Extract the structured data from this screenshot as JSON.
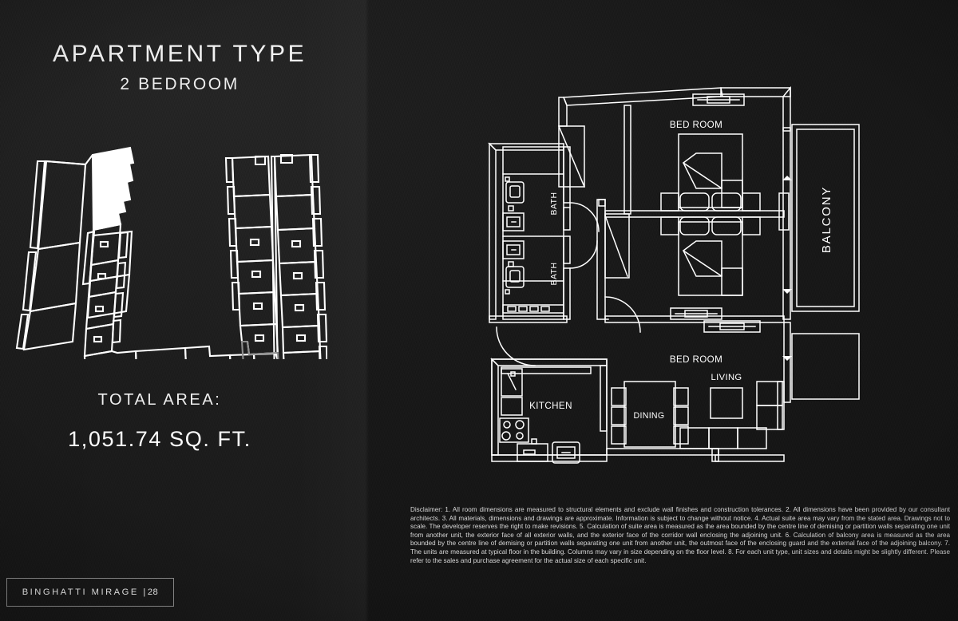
{
  "header": {
    "title": "APARTMENT TYPE",
    "subtitle": "2 BEDROOM"
  },
  "area": {
    "label": "TOTAL AREA:",
    "value": "1,051.74 SQ. FT."
  },
  "key_plan": {
    "name": "key-plan",
    "description": "L-shaped floor key plan with highlighted unit",
    "highlight_color": "#ffffff",
    "outline_color": "#ffffff"
  },
  "floor_plan": {
    "line_color": "#ffffff",
    "rooms": [
      {
        "label": "BED ROOM",
        "orientation": "horizontal"
      },
      {
        "label": "BED ROOM",
        "orientation": "horizontal"
      },
      {
        "label": "BATH",
        "orientation": "vertical"
      },
      {
        "label": "BATH",
        "orientation": "vertical"
      },
      {
        "label": "BALCONY",
        "orientation": "vertical"
      },
      {
        "label": "KITCHEN",
        "orientation": "horizontal"
      },
      {
        "label": "DINING",
        "orientation": "horizontal"
      },
      {
        "label": "LIVING",
        "orientation": "horizontal"
      }
    ]
  },
  "disclaimer": {
    "text": "Disclaimer: 1. All room dimensions are measured to structural elements and exclude wall finishes and construction tolerances. 2. All dimensions have been provided by our consultant architects. 3. All materials, dimensions and drawings are approximate. Information is subject to change without notice. 4. Actual suite area may vary from the stated area. Drawings not to scale. The developer reserves the right to make revisions. 5. Calculation of suite area is measured as the area bounded by the centre line of demising or partition walls separating one unit from another unit, the exterior face of all exterior walls, and the exterior face of the corridor wall enclosing the adjoining unit. 6. Calculation of balcony area is measured as the area bounded by the centre line of demising or partition walls separating one unit from another unit, the outmost face of the enclosing guard and the external face of the adjoining balcony. 7. The units are measured at typical floor in the building. Columns may vary in size depending on the floor level. 8. For each unit type, unit sizes and details might be slightly different. Please refer to the sales and purchase agreement for the actual size of each specific unit."
  },
  "footer": {
    "brand": "BINGHATTI MIRAGE",
    "separator": "|",
    "page_number": "28"
  }
}
